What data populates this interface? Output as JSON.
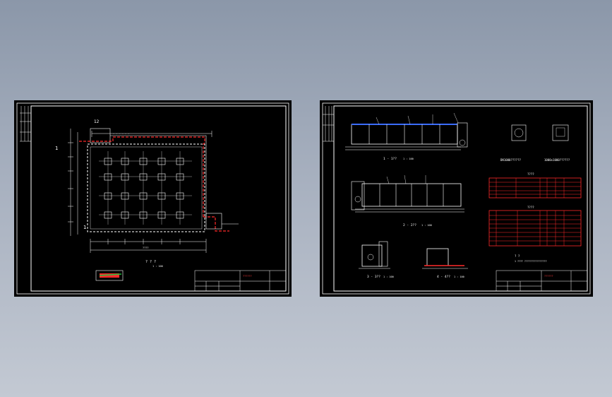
{
  "colors": {
    "background_top": "#8b97a9",
    "background_bottom": "#c3c9d3",
    "sheet": "#000000",
    "line": "#ffffff",
    "highlight": "#ff2a2a",
    "accent_blue": "#3a6cff",
    "accent_green": "#1fbf3a"
  },
  "left_sheet": {
    "scale_caption": "1 : 100",
    "plan_caption": "? ? ?",
    "axis_label": "1",
    "grid_labels": [
      "12",
      "1"
    ],
    "dim_text": "????",
    "title_block_text": "??????"
  },
  "right_sheet": {
    "section_labels": [
      "1 - 1??",
      "2 - 2??",
      "3 - 3??",
      "4 - 4??"
    ],
    "scale_caption": "1 : 100",
    "detail_labels": [
      "DN1000??????",
      "1000x1000??????"
    ],
    "table1_title": "????",
    "table2_title": "????",
    "table1_headers": [
      "?",
      "?",
      "?",
      "?",
      "?",
      "?",
      "?"
    ],
    "table2_headers": [
      "?",
      "?",
      "?",
      "?",
      "?",
      "?",
      "?"
    ],
    "note_title": "? ?",
    "note_text": "1 ????  ????????????????",
    "title_block_text": "??????"
  }
}
